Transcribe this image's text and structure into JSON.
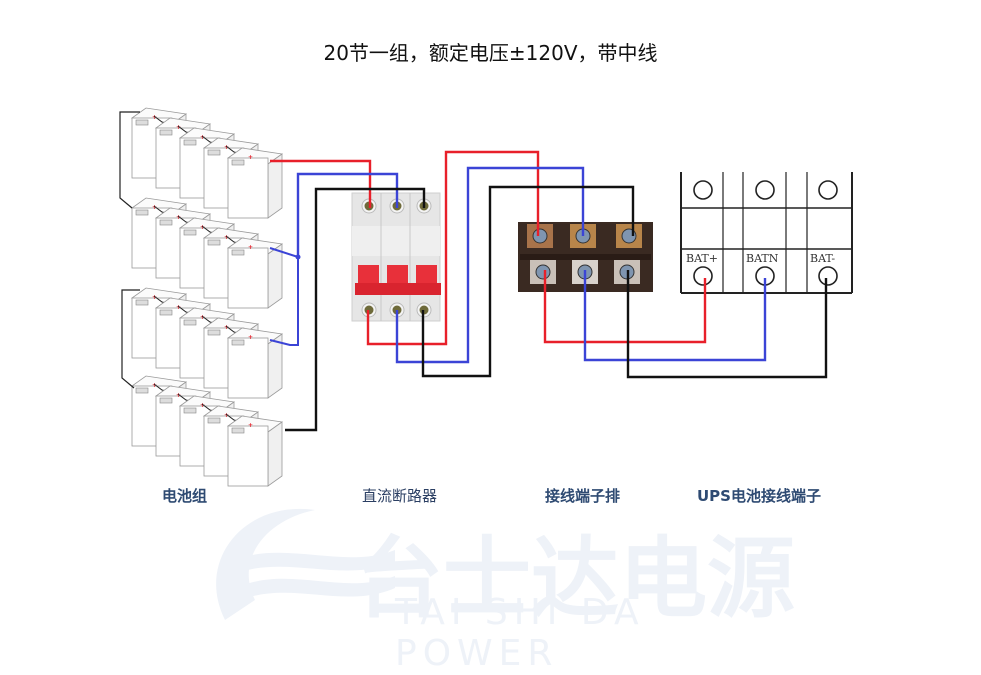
{
  "title": "20节一组，额定电压±120V，带中线",
  "components": {
    "battery_bank": {
      "label": "电池组",
      "groups": 4,
      "batteries_per_group": 5
    },
    "dc_breaker": {
      "label": "直流断路器",
      "poles": 3
    },
    "terminal_block": {
      "label": "接线端子排",
      "positions": 3
    },
    "ups_terminal": {
      "label": "UPS电池接线端子",
      "terminals": [
        "BAT+",
        "BATN",
        "BAT-"
      ]
    }
  },
  "wires": [
    {
      "name": "positive",
      "color": "#e8202a"
    },
    {
      "name": "neutral",
      "color": "#3b44d6"
    },
    {
      "name": "negative",
      "color": "#111111"
    }
  ],
  "watermark": {
    "brand_cn": "台士达电源",
    "brand_en": "TAI SHI DA POWER"
  }
}
